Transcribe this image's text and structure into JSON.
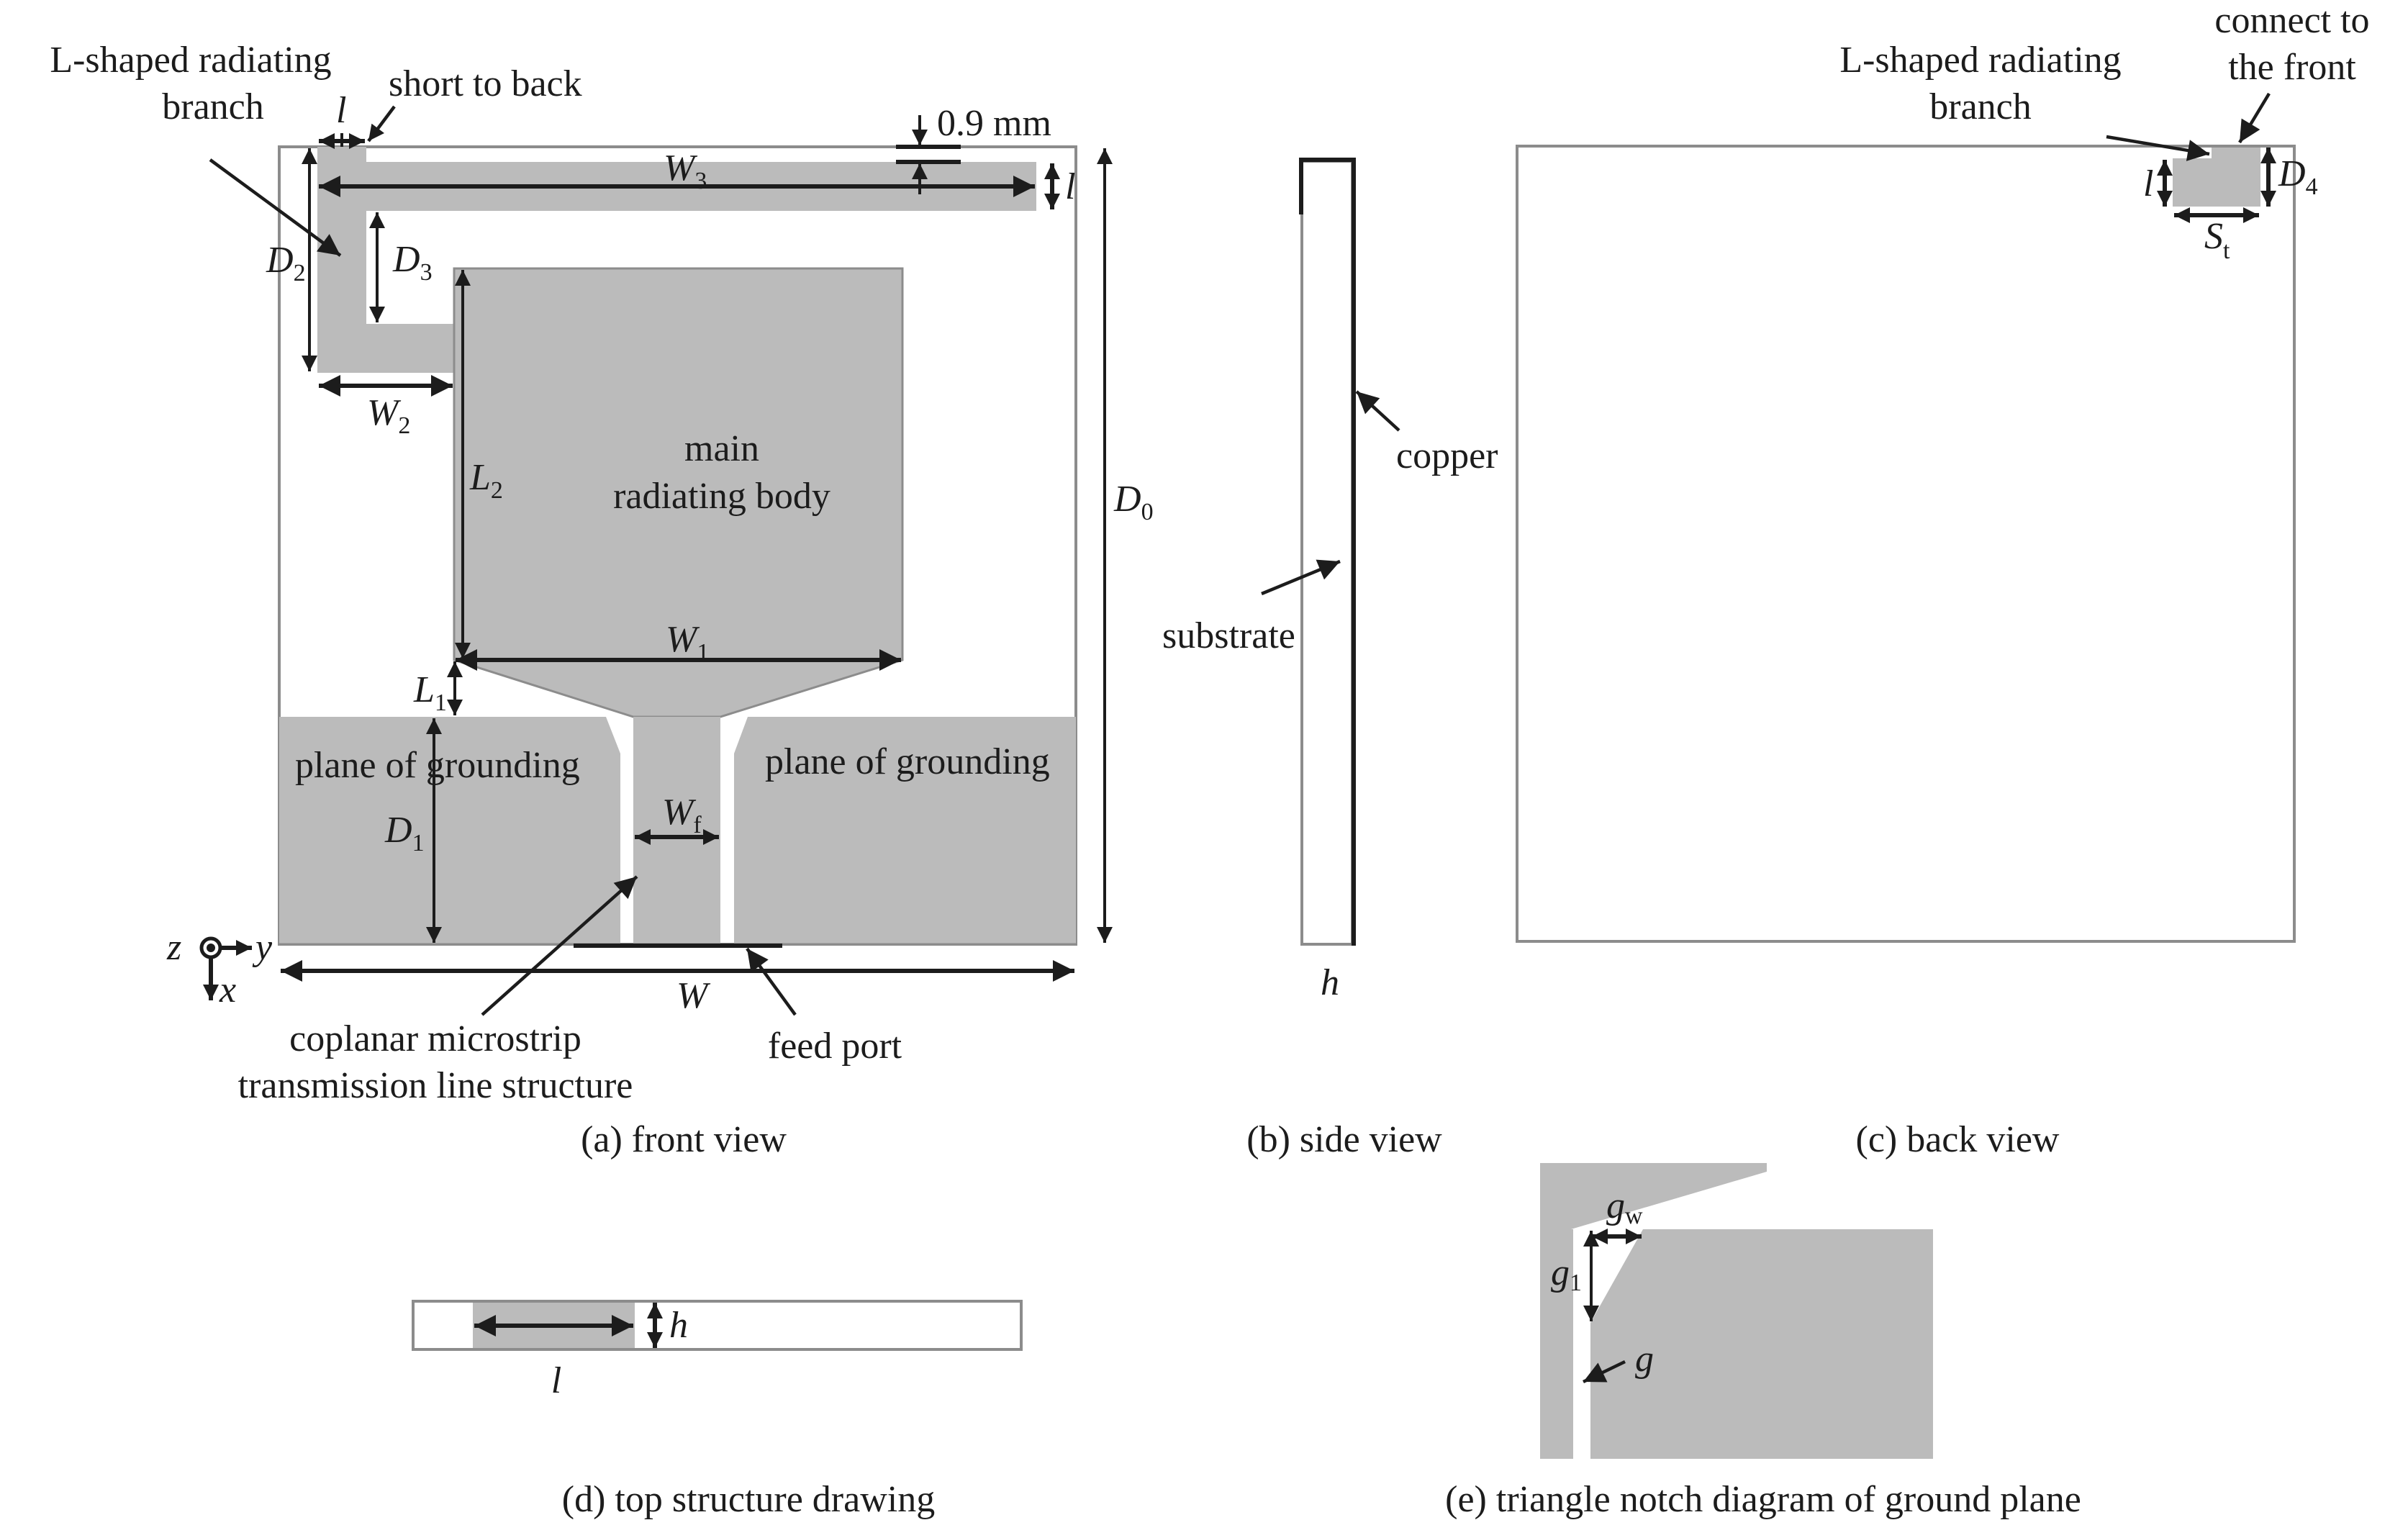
{
  "figure": {
    "panels": [
      {
        "id": "a",
        "caption": "(a) front view"
      },
      {
        "id": "b",
        "caption": "(b) side view"
      },
      {
        "id": "c",
        "caption": "(c) back view"
      },
      {
        "id": "d",
        "caption": "(d) top structure drawing"
      },
      {
        "id": "e",
        "caption": "(e) triangle notch diagram of ground plane"
      }
    ]
  },
  "front_view": {
    "labels": {
      "l_branch_line1": "L-shaped radiating",
      "l_branch_line2": "branch",
      "short_to_back": "short to back",
      "gap_value": "0.9 mm",
      "main_body_line1": "main",
      "main_body_line2": "radiating body",
      "ground_left": "plane of grounding",
      "ground_right": "plane of grounding",
      "cpw_line1": "coplanar microstrip",
      "cpw_line2": "transmission line structure",
      "feed_port": "feed port"
    },
    "dimensions": {
      "l_top": {
        "sym": "l",
        "sub": ""
      },
      "l_right": {
        "sym": "l",
        "sub": ""
      },
      "W3": {
        "sym": "W",
        "sub": "3"
      },
      "D2": {
        "sym": "D",
        "sub": "2"
      },
      "D3": {
        "sym": "D",
        "sub": "3"
      },
      "W2": {
        "sym": "W",
        "sub": "2"
      },
      "L2": {
        "sym": "L",
        "sub": "2"
      },
      "D0": {
        "sym": "D",
        "sub": "0"
      },
      "W1": {
        "sym": "W",
        "sub": "1"
      },
      "L1": {
        "sym": "L",
        "sub": "1"
      },
      "D1": {
        "sym": "D",
        "sub": "1"
      },
      "Wf": {
        "sym": "W",
        "sub": "f"
      },
      "W": {
        "sym": "W",
        "sub": ""
      }
    },
    "axes": {
      "z": "z",
      "y": "y",
      "x": "x"
    }
  },
  "side_view": {
    "labels": {
      "copper": "copper",
      "substrate": "substrate"
    },
    "dimensions": {
      "h": {
        "sym": "h"
      }
    }
  },
  "back_view": {
    "labels": {
      "l_branch_line1": "L-shaped radiating",
      "l_branch_line2": "branch",
      "connect_line1": "connect to",
      "connect_line2": "the front"
    },
    "dimensions": {
      "l": {
        "sym": "l"
      },
      "D4": {
        "sym": "D",
        "sub": "4"
      },
      "St": {
        "sym": "S",
        "sub": "t"
      }
    }
  },
  "top_view": {
    "dimensions": {
      "l": {
        "sym": "l"
      },
      "h": {
        "sym": "h"
      }
    }
  },
  "notch_view": {
    "dimensions": {
      "gw": {
        "sym": "g",
        "sub": "w"
      },
      "g1": {
        "sym": "g",
        "sub": "1"
      },
      "g": {
        "sym": "g"
      }
    }
  },
  "colors": {
    "copper_fill": "#bbbbbb",
    "outline": "#8c8c8c",
    "ink": "#1c1c1c"
  }
}
